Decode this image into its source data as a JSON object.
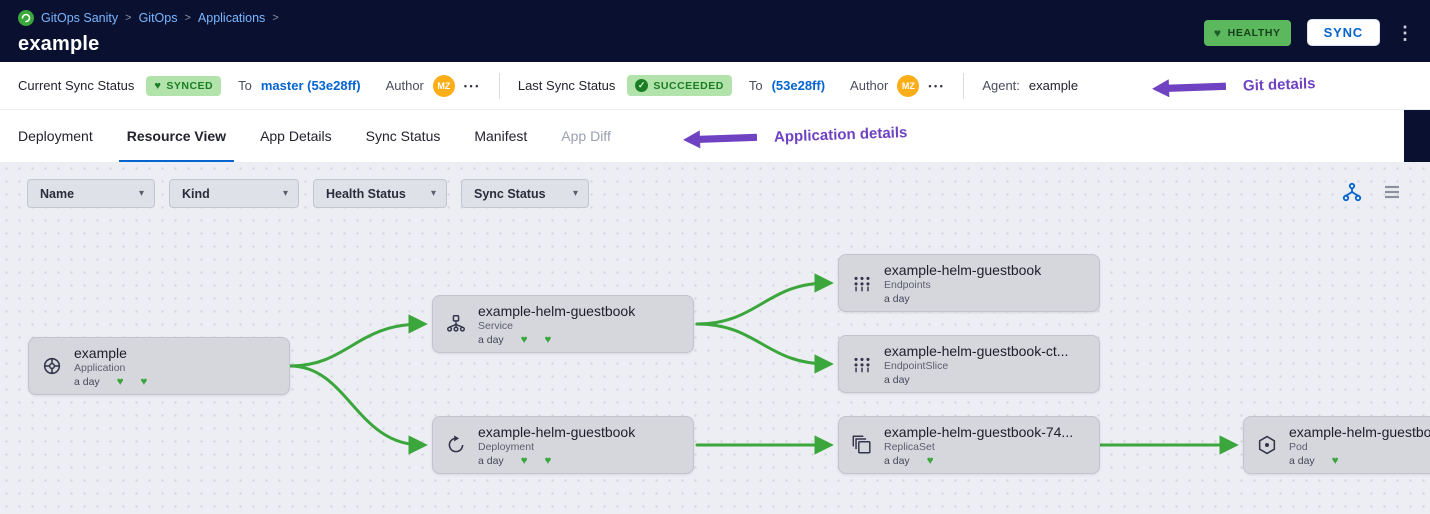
{
  "colors": {
    "accent_blue": "#0464d0",
    "edge_green": "#3aa63c",
    "badge_green_bg": "#b1e3ab",
    "badge_green_text": "#1b7d24",
    "health_badge_bg": "#5cb85c",
    "annotation_purple": "#6f42c1",
    "header_bg": "#0a1130",
    "avatar_orange": "#fbae17"
  },
  "icons": {
    "heart": "♥",
    "check": "✓",
    "chevron_down": "▾",
    "more_horizontal": "•••",
    "kebab_vertical": "⋮",
    "breadcrumb_separator": ">"
  },
  "header": {
    "breadcrumb": [
      "GitOps Sanity",
      "GitOps",
      "Applications"
    ],
    "title": "example",
    "health_badge": "HEALTHY",
    "sync_button": "SYNC"
  },
  "status_bar": {
    "current": {
      "label": "Current Sync Status",
      "badge": "SYNCED",
      "to_label": "To",
      "to_value": "master (53e28ff)",
      "author_label": "Author",
      "author_initials": "MZ"
    },
    "last": {
      "label": "Last Sync Status",
      "badge": "SUCCEEDED",
      "to_label": "To",
      "to_value": "(53e28ff)",
      "author_label": "Author",
      "author_initials": "MZ"
    },
    "agent_label": "Agent:",
    "agent_value": "example",
    "git_annotation": "Git details"
  },
  "tabs": {
    "items": [
      "Deployment",
      "Resource View",
      "App Details",
      "Sync Status",
      "Manifest",
      "App Diff"
    ],
    "active": "Resource View",
    "annotation": "Application details"
  },
  "toolbar": {
    "filters": [
      "Name",
      "Kind",
      "Health Status",
      "Sync Status"
    ]
  },
  "graph": {
    "nodes": [
      {
        "title": "example",
        "kind": "Application",
        "age": "a day"
      },
      {
        "title": "example-helm-guestbook",
        "kind": "Service",
        "age": "a day"
      },
      {
        "title": "example-helm-guestbook",
        "kind": "Deployment",
        "age": "a day"
      },
      {
        "title": "example-helm-guestbook",
        "kind": "Endpoints",
        "age": "a day"
      },
      {
        "title": "example-helm-guestbook-ct...",
        "kind": "EndpointSlice",
        "age": "a day"
      },
      {
        "title": "example-helm-guestbook-74...",
        "kind": "ReplicaSet",
        "age": "a day"
      },
      {
        "title": "example-helm-guestbook",
        "kind": "Pod",
        "age": "a day"
      }
    ]
  }
}
